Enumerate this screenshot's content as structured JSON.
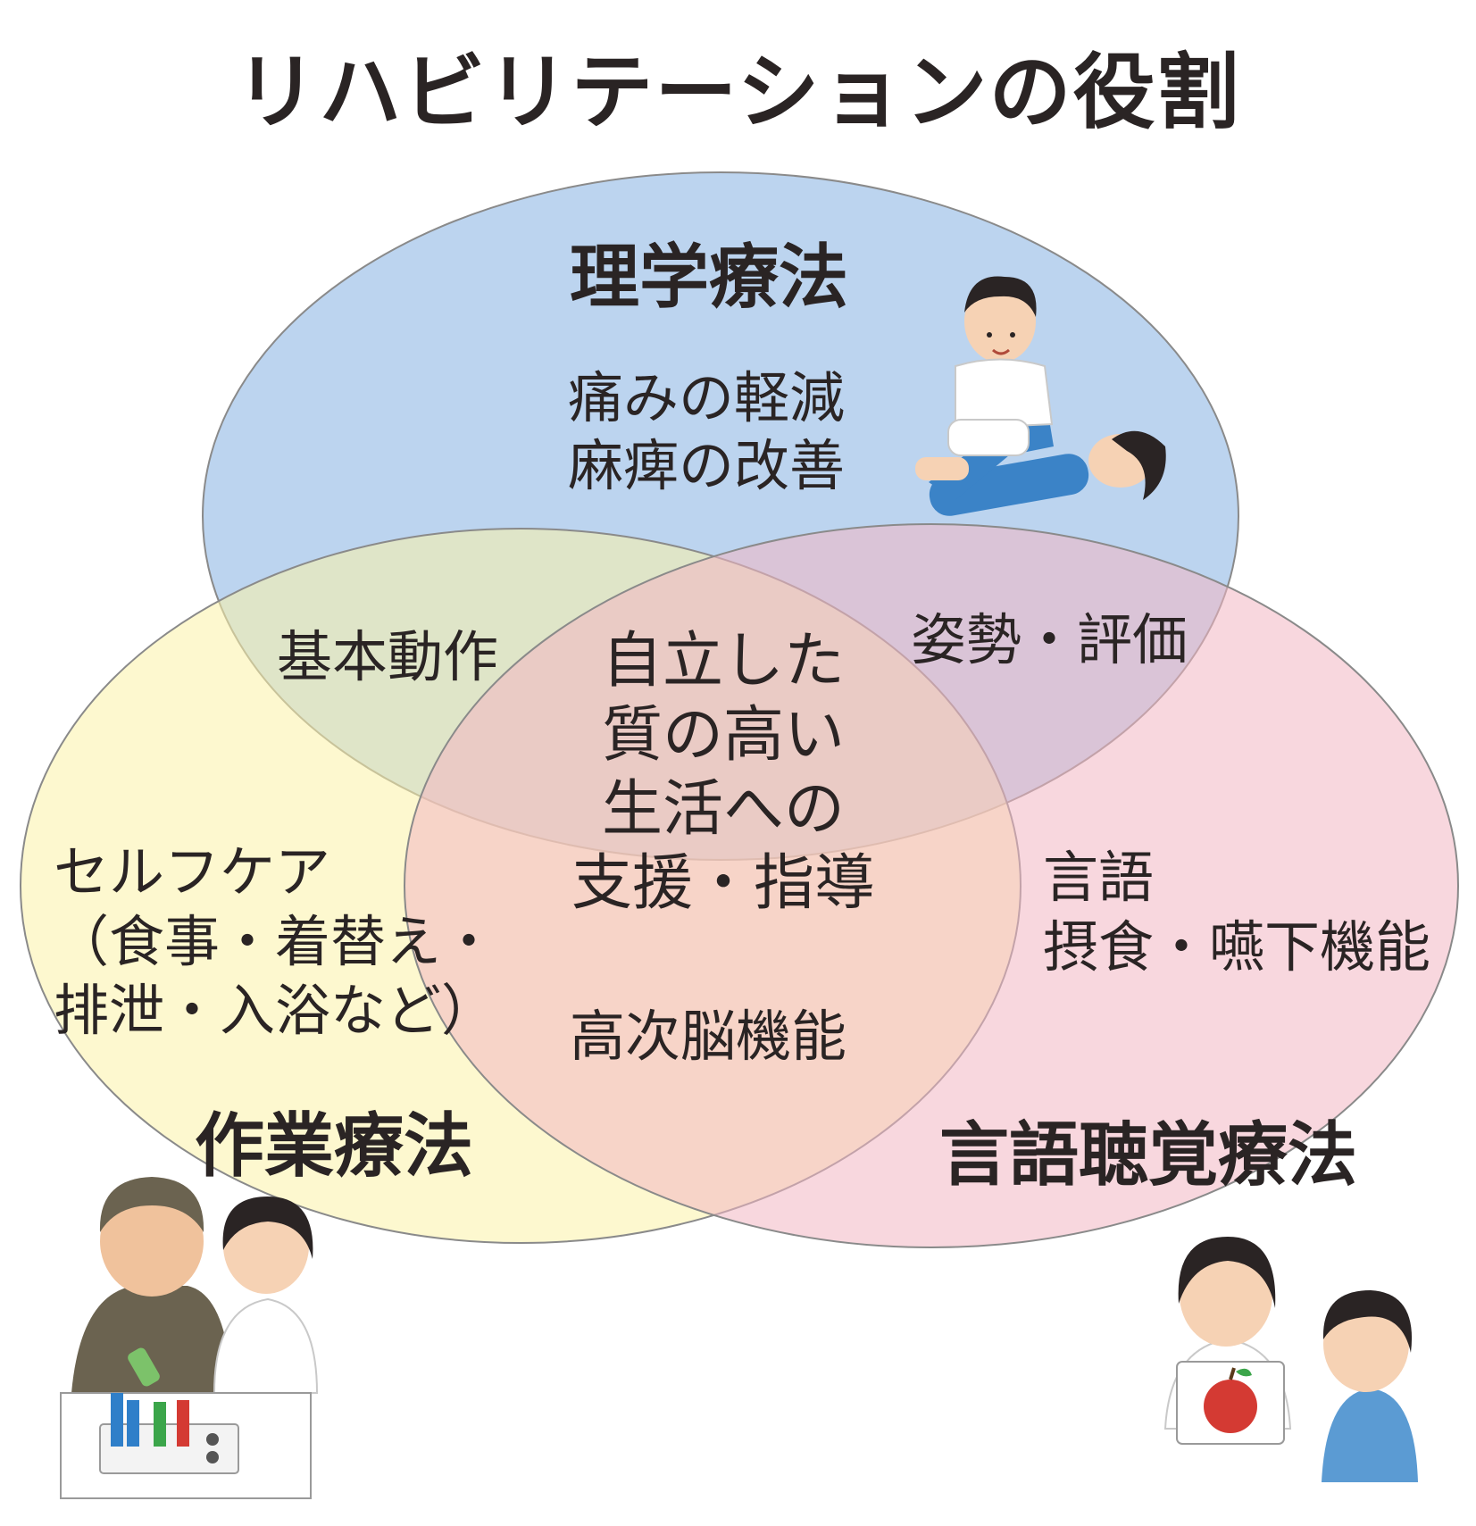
{
  "title": "リハビリテーションの役割",
  "colors": {
    "pt": "#a9c8ea",
    "ot": "#fbf2a7",
    "st": "#f2b6c3",
    "outline": "#8a8a8a",
    "text": "#2a2424"
  },
  "circles": {
    "pt": {
      "name": "理学療法",
      "roles": [
        "痛みの軽減",
        "麻痺の改善"
      ]
    },
    "ot": {
      "name": "作業療法",
      "roles": [
        "セルフケア",
        "（食事・着替え・",
        "排泄・入浴など）"
      ]
    },
    "st": {
      "name": "言語聴覚療法",
      "roles": [
        "言語",
        "摂食・嚥下機能"
      ]
    }
  },
  "overlaps": {
    "pt_ot": "基本動作",
    "pt_st": "姿勢・評価",
    "ot_st": "高次脳機能",
    "center": [
      "自立した",
      "質の高い",
      "生活への",
      "支援・指導"
    ]
  },
  "illustrations": {
    "pt": "physical-therapist-with-patient-icon",
    "ot": "occupational-therapy-peg-board-icon",
    "st": "speech-therapist-apple-card-icon"
  }
}
